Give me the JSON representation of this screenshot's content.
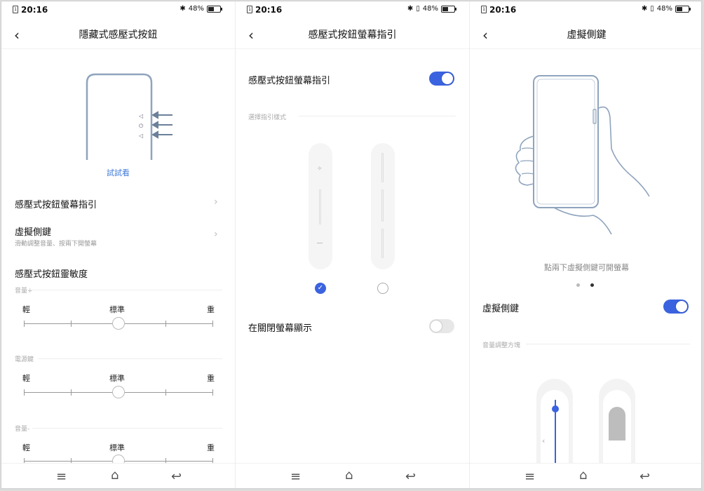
{
  "status": {
    "time": "20:16",
    "battery": "48%",
    "battery_level": 0.48
  },
  "colors": {
    "accent": "#3b63e0",
    "link": "#3c78d8"
  },
  "nav": {
    "menu_icon": "menu-icon",
    "home_icon": "home-icon",
    "back_icon": "back-arrow-icon"
  },
  "panel1": {
    "title": "隱藏式感壓式按鈕",
    "try_label": "試試看",
    "row1_label": "感壓式按鈕螢幕指引",
    "row2_label": "虛擬側鍵",
    "row2_sub": "滑動調整音量、按兩下開螢幕",
    "section_title": "感壓式按鈕靈敏度",
    "sliders": [
      {
        "name": "音量+",
        "low": "輕",
        "mid": "標準",
        "high": "重",
        "value": 0.5
      },
      {
        "name": "電源鍵",
        "low": "輕",
        "mid": "標準",
        "high": "重",
        "value": 0.5
      },
      {
        "name": "音量-",
        "low": "輕",
        "mid": "標準",
        "high": "重",
        "value": 0.5
      }
    ]
  },
  "panel2": {
    "title": "感壓式按鈕螢幕指引",
    "row1_label": "感壓式按鈕螢幕指引",
    "row1_on": true,
    "style_label": "選擇指引樣式",
    "row2_label": "在關閉螢幕顯示",
    "row2_on": false
  },
  "panel3": {
    "title": "虛擬側鍵",
    "caption": "點兩下虛擬側鍵可開螢幕",
    "row_label": "虛擬側鍵",
    "row_on": true,
    "block_label": "音量調整方塊"
  }
}
